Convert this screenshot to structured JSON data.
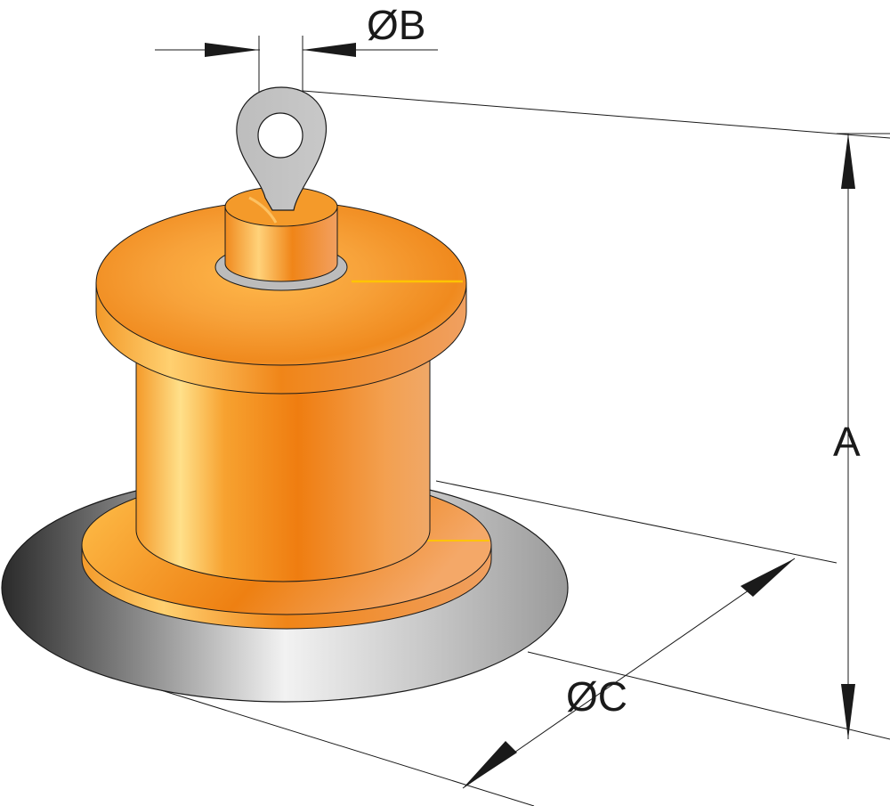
{
  "diagram": {
    "labels": {
      "dim_b": "ØB",
      "dim_a": "A",
      "dim_c": "ØC"
    },
    "colors": {
      "body_orange": "#f28a1e",
      "body_light": "#ffd27a",
      "ring_grey": "#b9b9b9",
      "base_dark": "#3a3a3a",
      "line": "#1a1a1a"
    }
  }
}
